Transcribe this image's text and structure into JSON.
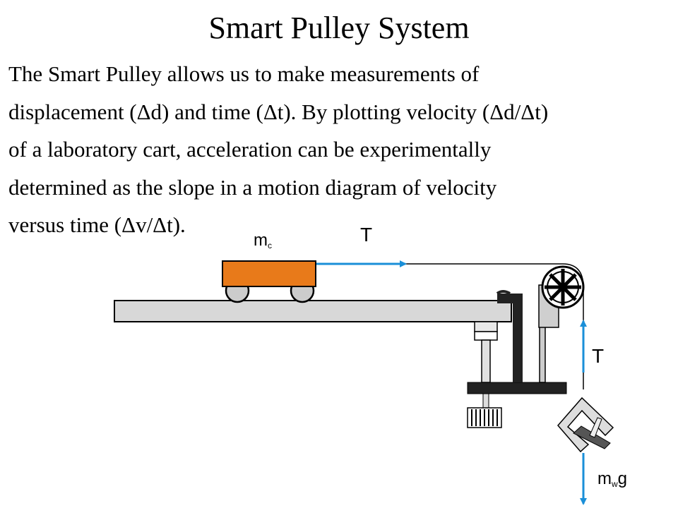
{
  "title": "Smart Pulley System",
  "body_lines": [
    "The Smart Pulley allows us to make measurements of",
    "displacement (Δd) and time (Δt).  By plotting velocity (Δd/Δt)",
    "of a laboratory cart, acceleration can be experimentally",
    "determined as the slope in a  motion diagram of velocity",
    "versus time (Δv/Δt)."
  ],
  "labels": {
    "cart_mass_base": "m",
    "cart_mass_sub": "c",
    "tension_horizontal": "T",
    "tension_vertical": "T",
    "weight_base": "m",
    "weight_sub": "w",
    "weight_g": "g"
  },
  "colors": {
    "cart": "#e87a1a",
    "arrow": "#1a8fd8",
    "track": "#d8d8d8",
    "dark": "#222222"
  }
}
